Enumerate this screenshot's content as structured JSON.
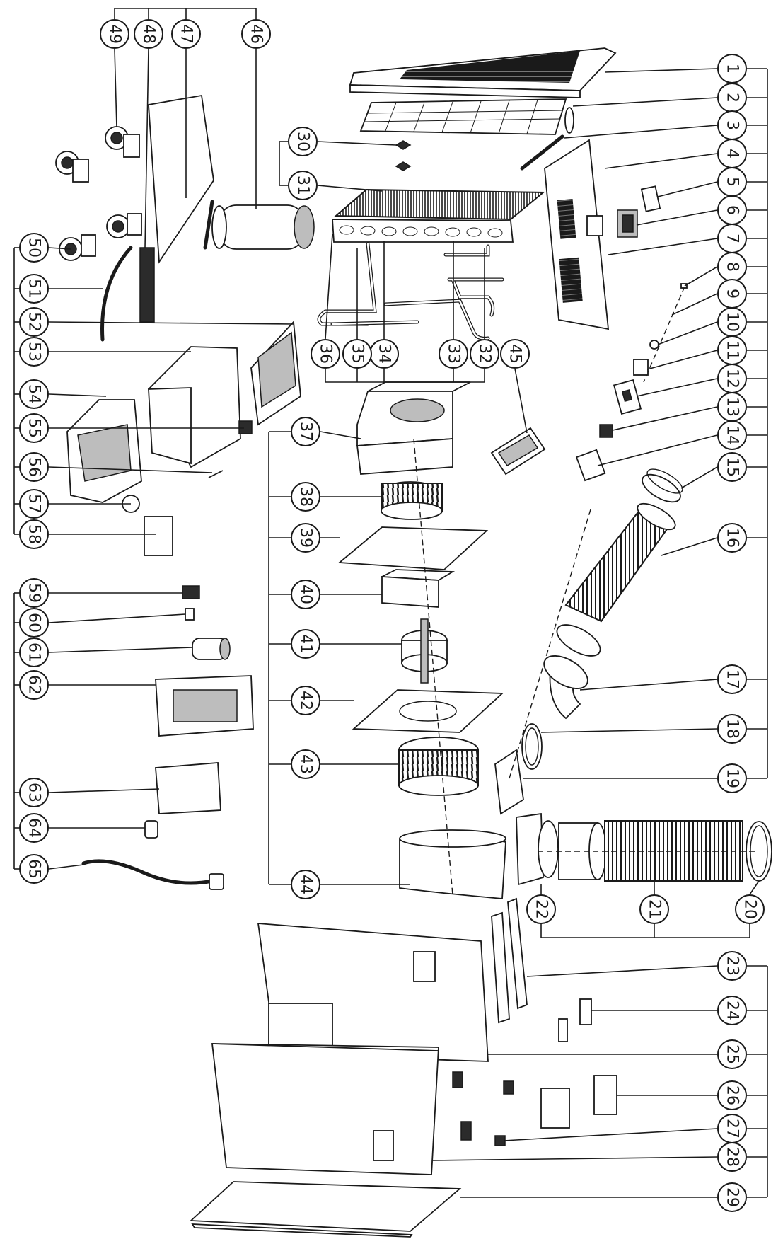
{
  "diagram": {
    "balloon_labels": [
      "1",
      "2",
      "3",
      "4",
      "5",
      "6",
      "7",
      "8",
      "9",
      "10",
      "11",
      "12",
      "13",
      "14",
      "15",
      "16",
      "17",
      "18",
      "19",
      "20",
      "21",
      "22",
      "23",
      "24",
      "25",
      "26",
      "27",
      "28",
      "29",
      "30",
      "31",
      "32",
      "33",
      "34",
      "35",
      "36",
      "37",
      "38",
      "39",
      "40",
      "41",
      "42",
      "43",
      "44",
      "45",
      "46",
      "47",
      "48",
      "49",
      "50",
      "51",
      "52",
      "53",
      "54",
      "55",
      "56",
      "57",
      "58",
      "59",
      "60",
      "61",
      "62",
      "63",
      "64",
      "65"
    ]
  }
}
